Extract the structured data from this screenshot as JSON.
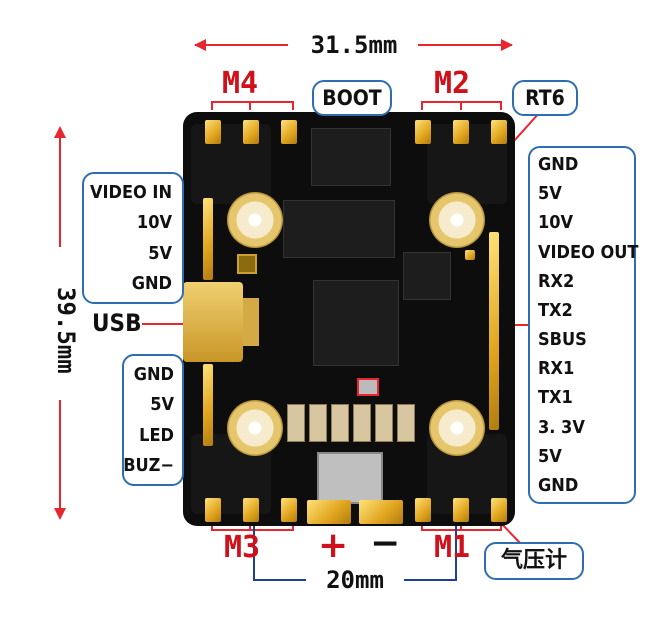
{
  "dimensions": {
    "width": "31.5mm",
    "height": "39.5mm",
    "mount_spacing": "20mm"
  },
  "motors": {
    "m4": "M4",
    "m2": "M2",
    "m3": "M3",
    "m1": "M1"
  },
  "callouts": {
    "boot": "BOOT",
    "rt6": "RT6",
    "usb": "USB",
    "barometer": "气压计"
  },
  "power_signs": {
    "plus": "+",
    "minus": "−"
  },
  "left_top_pins": [
    "VIDEO IN",
    "10V",
    "5V",
    "GND"
  ],
  "left_bottom_pins": [
    "GND",
    "5V",
    "LED",
    "BUZ−"
  ],
  "right_pins": [
    "GND",
    "5V",
    "10V",
    "VIDEO OUT",
    "RX2",
    "TX2",
    "SBUS",
    "RX1",
    "TX1",
    "3. 3V",
    "5V",
    "GND"
  ],
  "colors": {
    "dimension_lines": "#e8262d",
    "callout_border": "#2e6eb0",
    "motor_labels": "#d0101a",
    "pcb": "#0d0d0d",
    "pads": "#e0a41d"
  }
}
